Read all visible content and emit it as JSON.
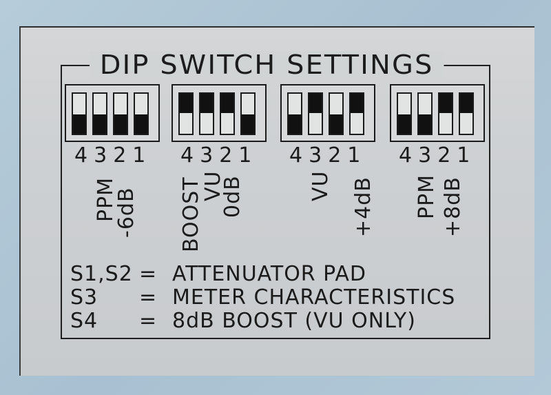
{
  "title": "DIP SWITCH SETTINGS",
  "switches": [
    {
      "positions": [
        "4",
        "3",
        "2",
        "1"
      ],
      "states": [
        "down",
        "down",
        "down",
        "down"
      ],
      "labels": [
        "PPM",
        "-6dB"
      ]
    },
    {
      "positions": [
        "4",
        "3",
        "2",
        "1"
      ],
      "states": [
        "up",
        "up",
        "up",
        "down"
      ],
      "labels": [
        "BOOST",
        "VU",
        "0dB"
      ]
    },
    {
      "positions": [
        "4",
        "3",
        "2",
        "1"
      ],
      "states": [
        "down",
        "up",
        "down",
        "up"
      ],
      "labels": [
        "VU",
        "+4dB"
      ]
    },
    {
      "positions": [
        "4",
        "3",
        "2",
        "1"
      ],
      "states": [
        "down",
        "down",
        "up",
        "up"
      ],
      "labels": [
        "PPM",
        "+8dB"
      ]
    }
  ],
  "legend": [
    {
      "key": "S1,S2",
      "eq": "=",
      "text": "ATTENUATOR PAD"
    },
    {
      "key": "S3",
      "eq": "=",
      "text": "METER CHARACTERISTICS"
    },
    {
      "key": "S4",
      "eq": "=",
      "text": "8dB BOOST (VU ONLY)"
    }
  ]
}
